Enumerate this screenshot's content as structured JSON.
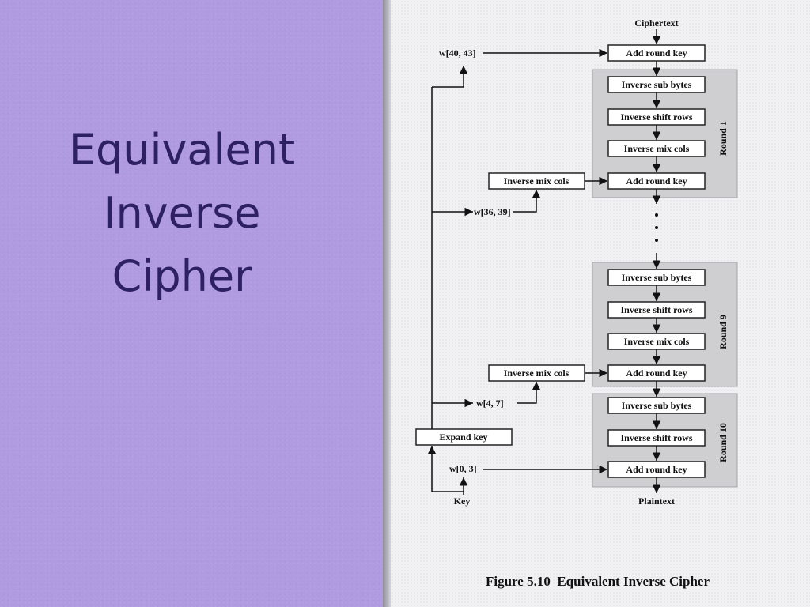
{
  "slide": {
    "title_lines": [
      "Equivalent",
      "Inverse",
      "Cipher"
    ]
  },
  "diagram": {
    "input_label": "Ciphertext",
    "output_label": "Plaintext",
    "key_label": "Key",
    "expand_key_label": "Expand key",
    "add_round_key_label": "Add round key",
    "inverse_sub_bytes_label": "Inverse sub bytes",
    "inverse_shift_rows_label": "Inverse shift rows",
    "inverse_mix_cols_label": "Inverse mix cols",
    "round_1_label": "Round 1",
    "round_9_label": "Round 9",
    "round_10_label": "Round 10",
    "key_words": {
      "w40_43": "w[40, 43]",
      "w36_39": "w[36, 39]",
      "w4_7": "w[4, 7]",
      "w0_3": "w[0, 3]"
    }
  },
  "caption": "Figure 5.10  Equivalent Inverse Cipher"
}
